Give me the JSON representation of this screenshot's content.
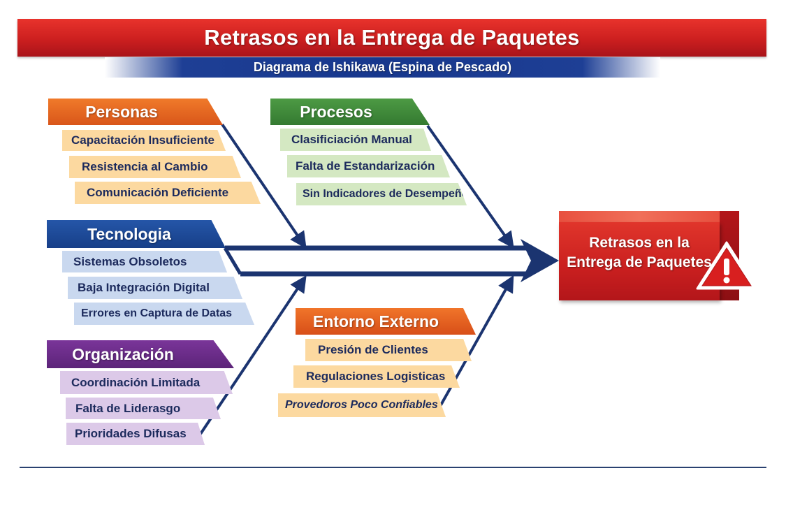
{
  "title": "Retrasos en la Entrega de Paquetes",
  "subtitle": "Diagrama de Ishikawa (Espina de Pescado)",
  "effect": {
    "line1": "Retrasos en la",
    "line2": "Entrega de Paquetes",
    "icon": "warning-triangle-icon"
  },
  "categories": {
    "personas": {
      "label": "Personas",
      "color": "#e8651c",
      "causes": [
        "Capacitación Insuficiente",
        "Resistencia al Cambio",
        "Comunicación Deficiente"
      ],
      "cause_color": "#fcd9a0"
    },
    "procesos": {
      "label": "Procesos",
      "color": "#3f8a3a",
      "causes": [
        "Clasificiación Manual",
        "Falta de Estandarización",
        "Sin Indicadores de Desempeño"
      ],
      "cause_color": "#d4e8c2"
    },
    "tecnologia": {
      "label": "Tecnologia",
      "color": "#1f4a9a",
      "causes": [
        "Sistemas Obsoletos",
        "Baja Integración Digital",
        "Errores en Captura de Datas"
      ],
      "cause_color": "#c9d8ef"
    },
    "organizacion": {
      "label": "Organización",
      "color": "#6a2c8c",
      "causes": [
        "Coordinación Limitada",
        "Falta de Liderasgo",
        "Prioridades Difusas"
      ],
      "cause_color": "#dcc9e8"
    },
    "entorno": {
      "label": "Entorno Externo",
      "color": "#e85a1c",
      "causes": [
        "Presión de Clientes",
        "Regulaciones Logisticas",
        "Provedoros Poco Confiables"
      ],
      "cause_color": "#fcd9a0"
    }
  },
  "colors": {
    "spine": "#1b3470",
    "title_red": "#cc1f1f",
    "subtitle_blue": "#17378d"
  }
}
